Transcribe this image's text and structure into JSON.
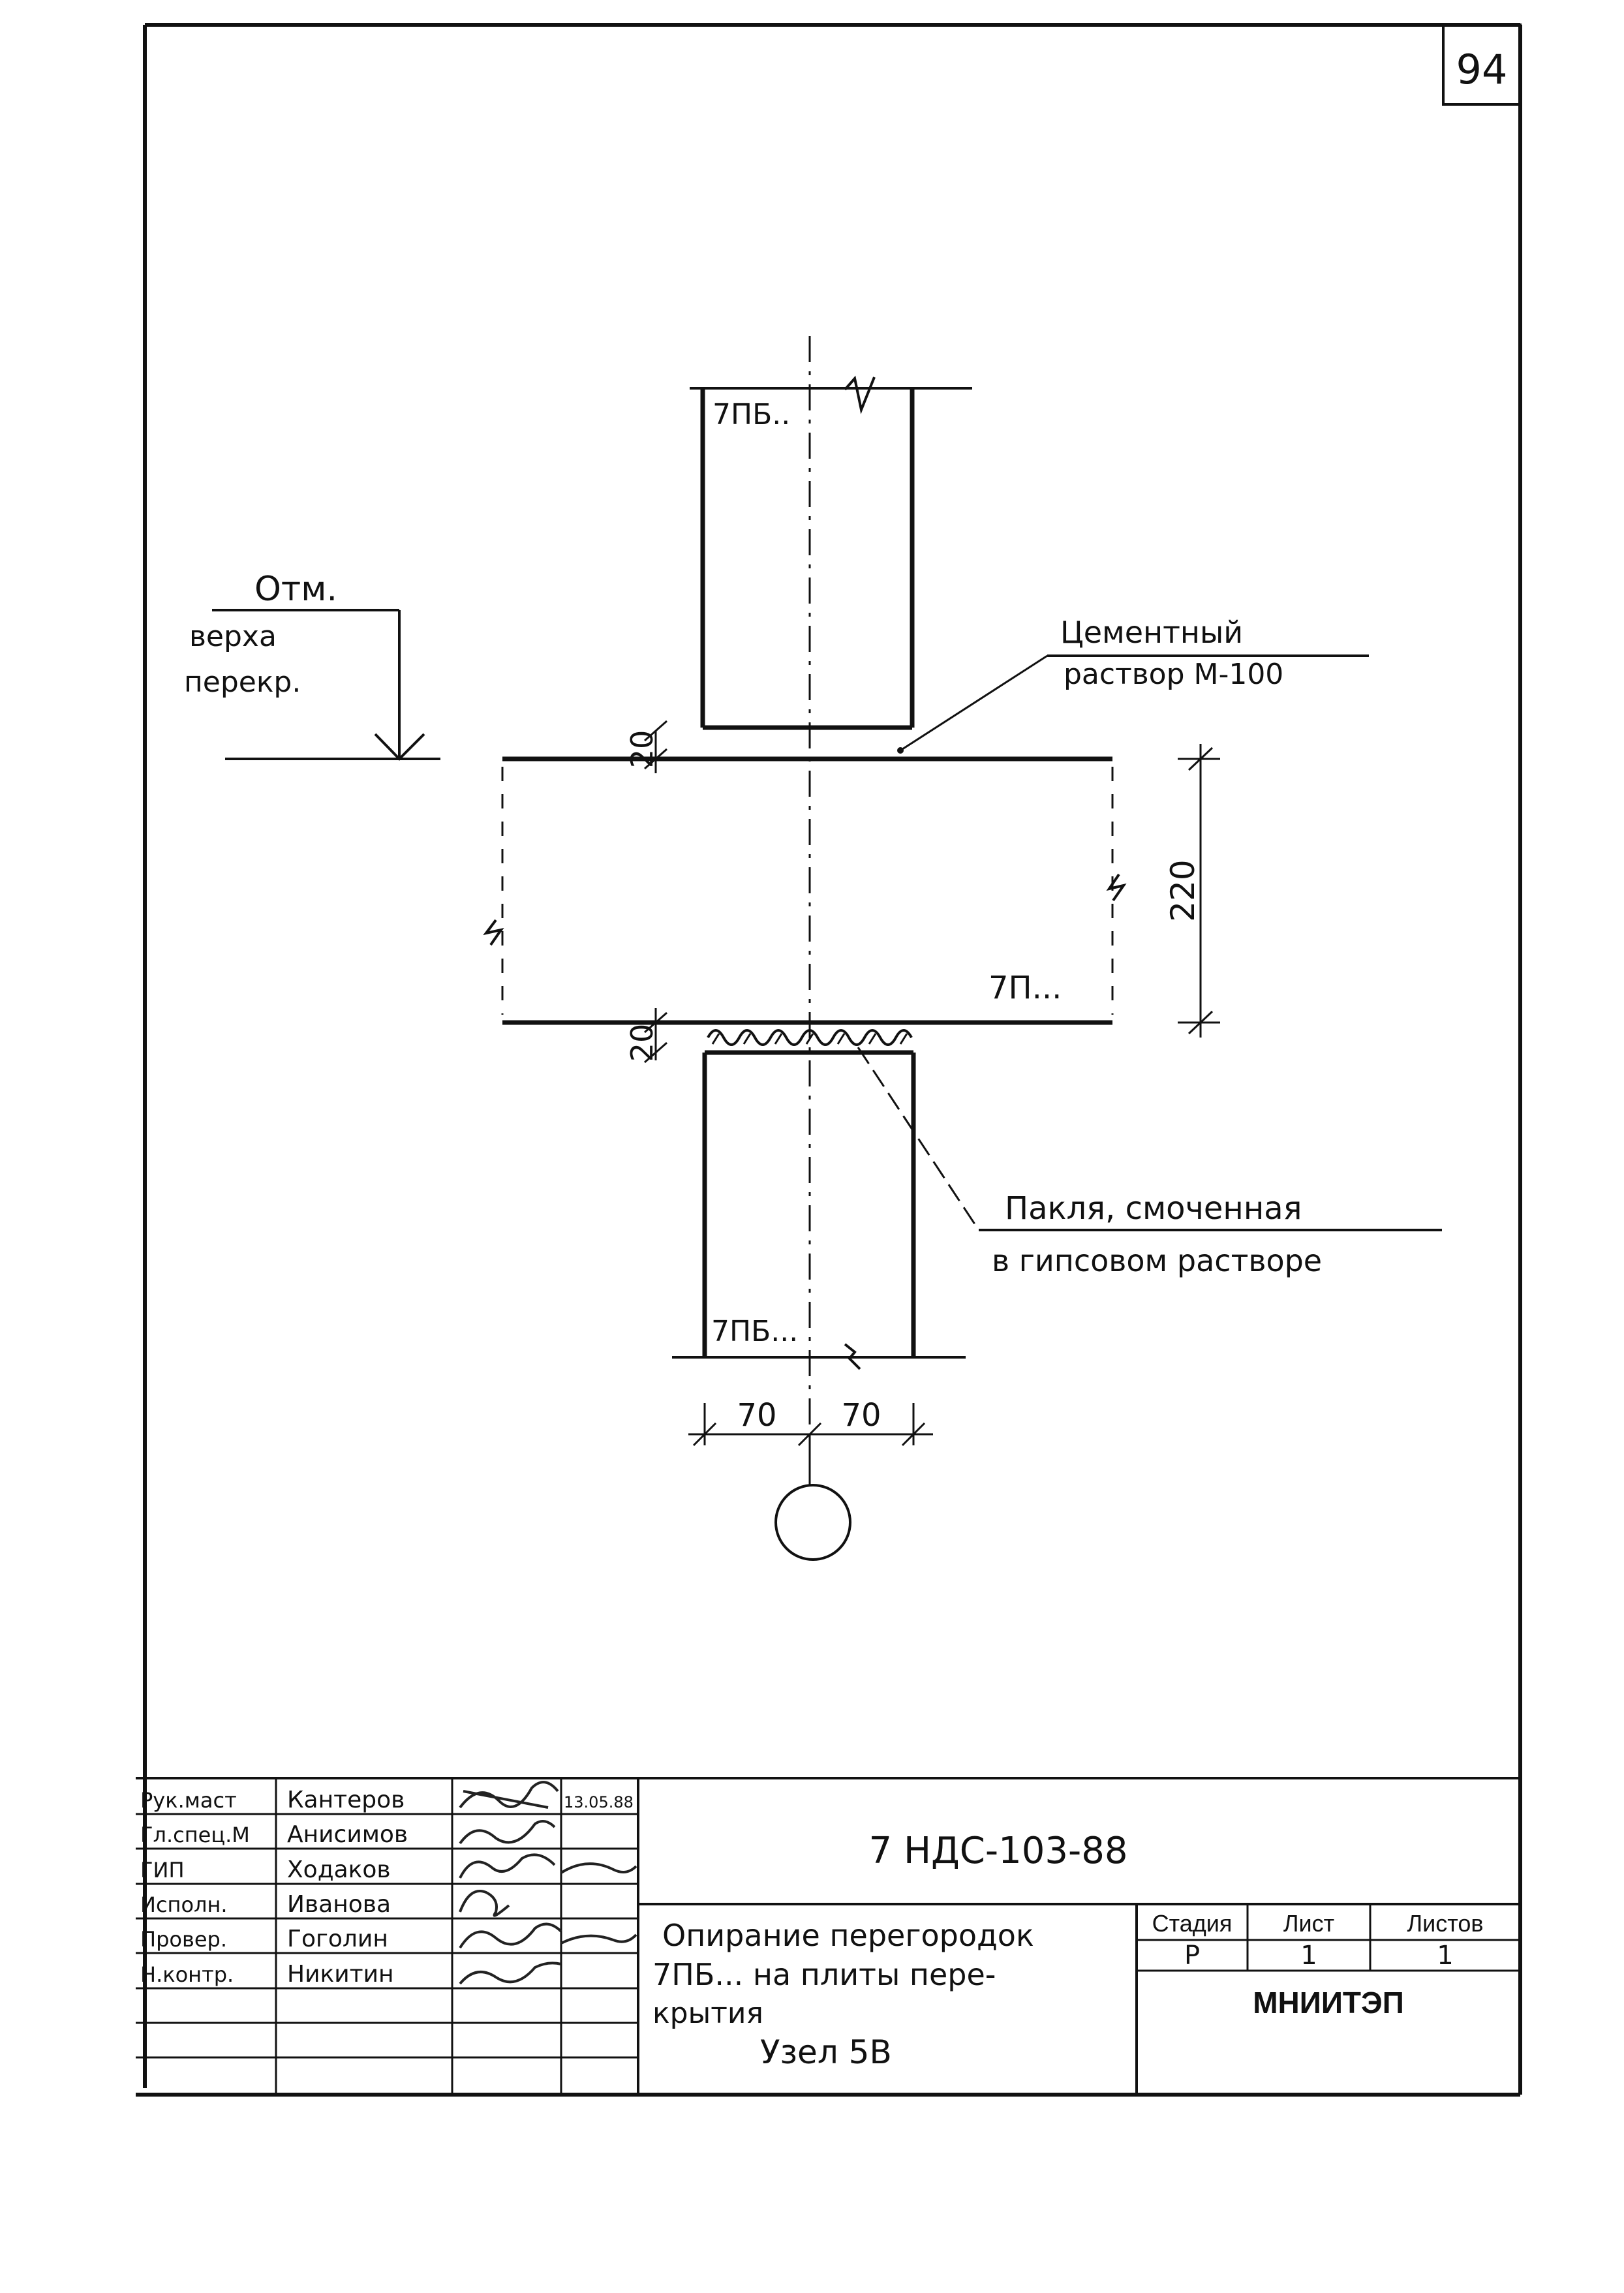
{
  "sheet_number": "94",
  "drawing": {
    "top_partition_label": "7ПБ..",
    "bottom_partition_label": "7ПБ...",
    "slab_label": "7П...",
    "elevation_label_lines": [
      "Отм.",
      "верха",
      "перекр."
    ],
    "mortar_callout_lines": [
      "Цементный",
      "раствор М-100"
    ],
    "tow_callout_lines": [
      "Пакля, смоченная",
      "в гипсовом растворе"
    ],
    "dim_top_gap": "20",
    "dim_bottom_gap": "20",
    "dim_slab_thickness": "220",
    "dim_half_left": "70",
    "dim_half_right": "70"
  },
  "title_block": {
    "document_code": "7 НДС-103-88",
    "title_lines": [
      "Опирание перегородок",
      "7ПБ... на плиты пере-",
      "крытия",
      "Узел 5В"
    ],
    "roles": [
      {
        "role": "Рук.маст",
        "surname": "Кантеров"
      },
      {
        "role": "Гл.спец.М",
        "surname": "Анисимов"
      },
      {
        "role": "ГИП",
        "surname": "Ходаков"
      },
      {
        "role": "Исполн.",
        "surname": "Иванова"
      },
      {
        "role": "Провер.",
        "surname": "Гоголин"
      },
      {
        "role": "Н.контр.",
        "surname": "Никитин"
      }
    ],
    "date": "13.05.88",
    "headers": {
      "stage": "Стадия",
      "sheet": "Лист",
      "sheets": "Листов"
    },
    "values": {
      "stage": "Р",
      "sheet": "1",
      "sheets": "1"
    },
    "organization": "МНИИТЭП"
  }
}
